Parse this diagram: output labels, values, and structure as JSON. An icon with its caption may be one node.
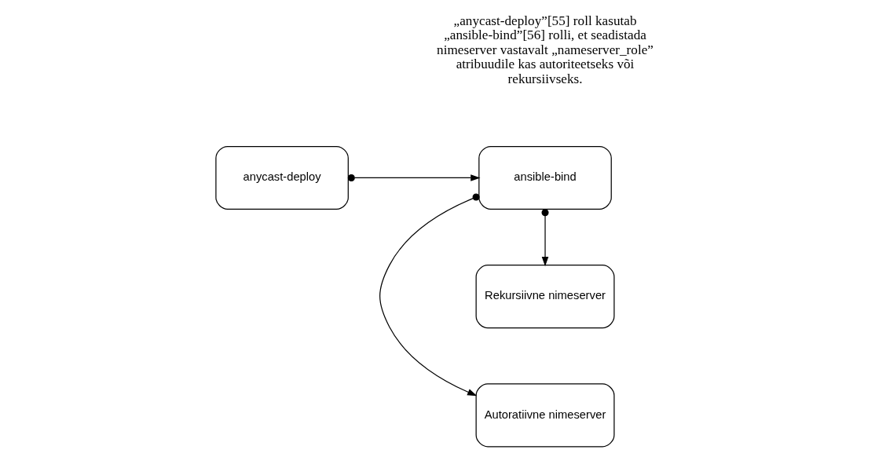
{
  "diagram": {
    "nodes": [
      {
        "text": [
          "anycast-deploy"
        ]
      },
      {
        "text": [
          "ansible-bind"
        ]
      },
      {
        "text": [
          "Autoratiivne nimeserver"
        ]
      },
      {
        "text": [
          "Rekursiivne nimeserver"
        ]
      }
    ],
    "edges": [
      {
        "from": 0,
        "to": 1,
        "arrow": "to"
      },
      {
        "from": 1,
        "to": 2,
        "arrow": "to"
      },
      {
        "from": 1,
        "to": 3,
        "arrow": "to"
      }
    ],
    "labels": [
      "„anycast-deploy”[55] roll kasutab „ansible-bind”[56] rolli, et seadistada nimeserver vastavalt „nameserver_role” atribuudile kas autoriteetseks või rekursiivseks."
    ]
  }
}
